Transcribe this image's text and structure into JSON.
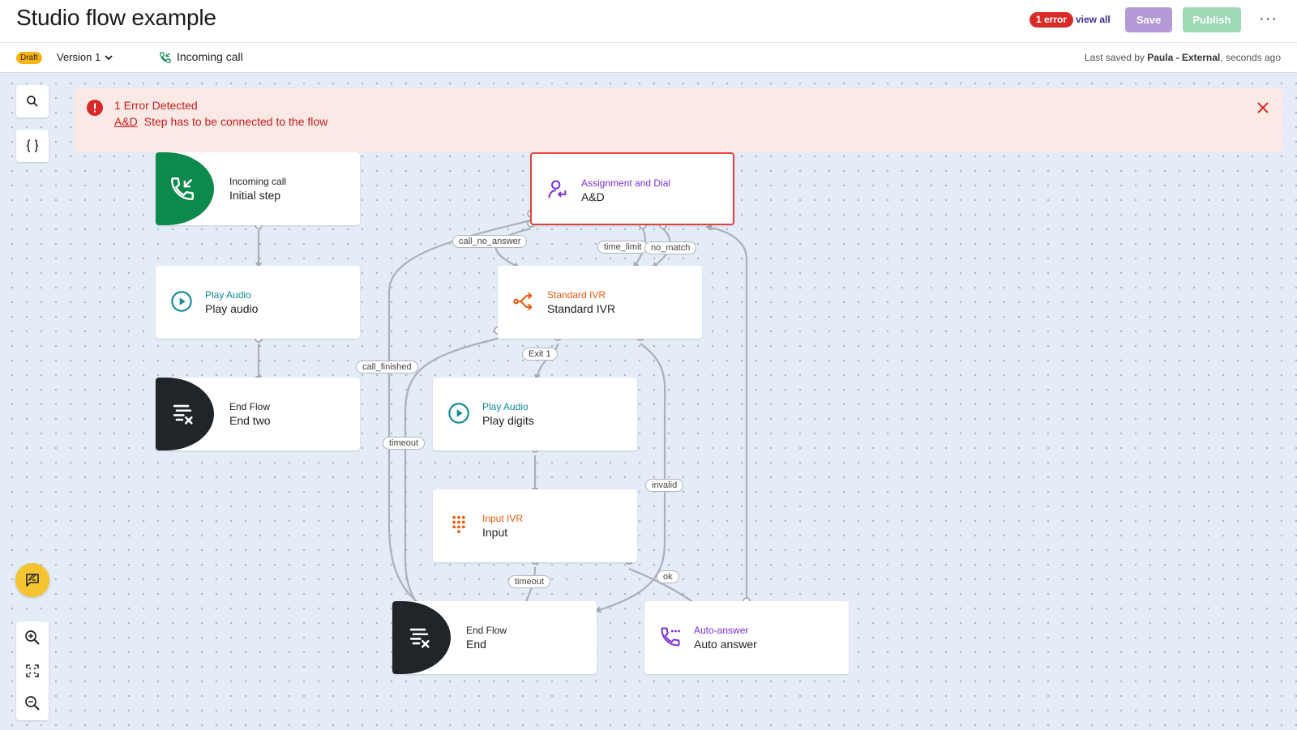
{
  "header": {
    "title": "Studio flow example",
    "error_badge": "1 error",
    "view_all": "view all",
    "save": "Save",
    "publish": "Publish",
    "more": "···"
  },
  "subheader": {
    "status": "Draft",
    "version": "Version 1",
    "trigger": "Incoming call",
    "last_saved_prefix": "Last saved by",
    "last_saved_user": "Paula - External",
    "last_saved_suffix": ", seconds ago"
  },
  "banner": {
    "title": "1 Error Detected",
    "link": "A&D",
    "message": "Step has to be connected to the flow"
  },
  "nodes": {
    "incoming": {
      "type": "Incoming call",
      "name": "Initial step"
    },
    "play1": {
      "type": "Play Audio",
      "name": "Play audio"
    },
    "end_two": {
      "type": "End Flow",
      "name": "End two"
    },
    "assign": {
      "type": "Assignment and Dial",
      "name": "A&D"
    },
    "ivr": {
      "type": "Standard IVR",
      "name": "Standard IVR"
    },
    "play2": {
      "type": "Play Audio",
      "name": "Play digits"
    },
    "input": {
      "type": "Input IVR",
      "name": "Input"
    },
    "end": {
      "type": "End Flow",
      "name": "End"
    },
    "auto": {
      "type": "Auto-answer",
      "name": "Auto answer"
    }
  },
  "edge_labels": {
    "call_no_answer": "call_no_answer",
    "time_limit": "time_limit",
    "no_match": "no_match",
    "exit1": "Exit 1",
    "call_finished": "call_finished",
    "timeout1": "timeout",
    "invalid": "invalid",
    "timeout2": "timeout",
    "ok": "ok"
  },
  "colors": {
    "accent_purple": "#7b2fd6",
    "ivr_orange": "#ea5a0c",
    "audio_teal": "#0e8a9a",
    "incoming_green": "#0b8a4b",
    "end_dark": "#1f2529",
    "error_red": "#d92a2a"
  }
}
